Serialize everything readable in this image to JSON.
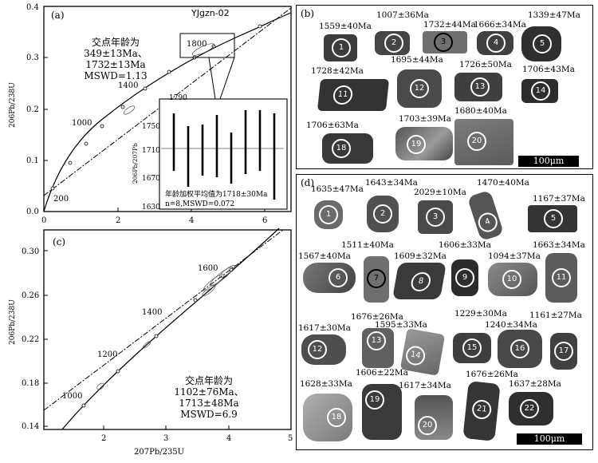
{
  "panel_a": {
    "label": "(a)",
    "sample": "YJgzn-02",
    "intercept_title": "交点年龄为",
    "intercept_ages": "349±13Ma、1732±13Ma",
    "mswd": "MSWD=1.13",
    "ylabel": "206Pb/238U",
    "x_ticks": [
      "0",
      "2",
      "4",
      "6"
    ],
    "y_ticks": [
      "0.0",
      "0.1",
      "0.2",
      "0.3",
      "0.4"
    ],
    "concordia_ages": [
      "200",
      "1000",
      "1400",
      "1800"
    ],
    "inset": {
      "ylabel": "206Pb/207Pb",
      "y_ticks": [
        "1790",
        "1750",
        "1710",
        "1670",
        "1630"
      ],
      "note_line1": "年龄加权平均值为1718±30Ma",
      "note_line2": "n=8,MSWD=0.072"
    }
  },
  "panel_b": {
    "label": "(b)",
    "scale": "100μm",
    "grains": [
      {
        "n": "1",
        "age": "1559±40Ma"
      },
      {
        "n": "2",
        "age": "1007±36Ma"
      },
      {
        "n": "3",
        "age": "1732±44Ma"
      },
      {
        "n": "4",
        "age": "1666±34Ma"
      },
      {
        "n": "5",
        "age": "1339±47Ma"
      },
      {
        "n": "11",
        "age": "1728±42Ma"
      },
      {
        "n": "12",
        "age": "1695±44Ma"
      },
      {
        "n": "13",
        "age": "1726±50Ma"
      },
      {
        "n": "14",
        "age": "1706±43Ma"
      },
      {
        "n": "18",
        "age": "1706±63Ma"
      },
      {
        "n": "19",
        "age": "1703±39Ma"
      },
      {
        "n": "20",
        "age": "1680±40Ma"
      }
    ]
  },
  "panel_c": {
    "label": "(c)",
    "intercept_title": "交点年龄为",
    "intercept_ages": "1102±76Ma、1713±48Ma",
    "mswd": "MSWD=6.9",
    "ylabel": "206Pb/238U",
    "xlabel": "207Pb/235U",
    "x_ticks": [
      "2",
      "3",
      "4",
      "5"
    ],
    "y_ticks": [
      "0.14",
      "0.18",
      "0.22",
      "0.26",
      "0.30"
    ],
    "concordia_ages": [
      "1000",
      "1200",
      "1400",
      "1600"
    ]
  },
  "panel_d": {
    "label": "(d)",
    "scale": "100μm",
    "grains": [
      {
        "n": "1",
        "age": "1635±47Ma"
      },
      {
        "n": "2",
        "age": "1643±34Ma"
      },
      {
        "n": "3",
        "age": "2029±10Ma"
      },
      {
        "n": "4",
        "age": "1470±40Ma"
      },
      {
        "n": "5",
        "age": "1167±37Ma"
      },
      {
        "n": "6",
        "age": "1567±40Ma"
      },
      {
        "n": "7",
        "age": "1511±40Ma"
      },
      {
        "n": "8",
        "age": "1609±32Ma"
      },
      {
        "n": "9",
        "age": "1606±33Ma"
      },
      {
        "n": "10",
        "age": "1094±37Ma"
      },
      {
        "n": "11",
        "age": "1663±34Ma"
      },
      {
        "n": "12",
        "age": "1617±30Ma"
      },
      {
        "n": "13",
        "age": "1676±26Ma"
      },
      {
        "n": "14",
        "age": "1595±33Ma"
      },
      {
        "n": "15",
        "age": "1229±30Ma"
      },
      {
        "n": "16",
        "age": "1240±34Ma"
      },
      {
        "n": "17",
        "age": "1161±27Ma"
      },
      {
        "n": "18",
        "age": "1628±33Ma"
      },
      {
        "n": "19",
        "age": "1606±22Ma"
      },
      {
        "n": "20",
        "age": "1617±34Ma"
      },
      {
        "n": "21",
        "age": "1676±26Ma"
      },
      {
        "n": "22",
        "age": "1637±28Ma"
      }
    ]
  },
  "colors": {
    "frame": "#000000",
    "grain_dark": "#3a3a3a",
    "grain_light": "#8a8a8a",
    "curve": "#000000"
  }
}
